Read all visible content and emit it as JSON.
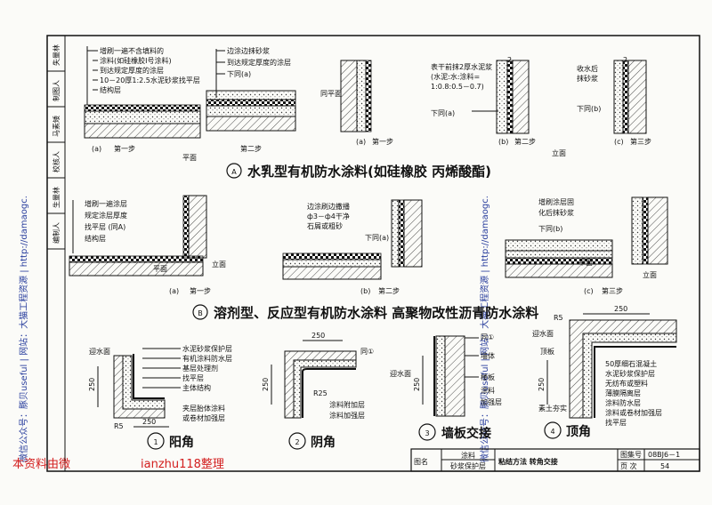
{
  "watermark": {
    "left_vertical": "微信公众号：豚贝useful | 网站：大猫工程资源 | http://damaogc.",
    "right_vertical": "微信公众号：豚贝useful | 网站：大猫工程资源 | http://damaogc.",
    "bottom_left": "本资料由微",
    "bottom_right": "ianzhu118整理"
  },
  "sidebar": {
    "cells": [
      "失量林",
      "制图人",
      "马素矮",
      "校核人",
      "生量林",
      "编制人"
    ]
  },
  "section_a": {
    "title": "水乳型有机防水涂料(如硅橡胶 丙烯酸酯)",
    "letter": "A",
    "left_fig": {
      "labels": [
        "增刷一遍不含填料的",
        "涂料(如硅橡胶Ⅰ号涂料)",
        "到达规定厚度的涂层",
        "10－20厚1:2.5水泥砂浆找平层",
        "结构层"
      ],
      "caption_a": "(a)",
      "caption_step1": "第一步",
      "caption_step2": "第二步",
      "plane": "平面"
    },
    "mid_fig": {
      "labels": [
        "边涂边抹砂浆",
        "到达规定厚度的涂层",
        "下同(a)"
      ]
    },
    "right_fig": {
      "label_top": "表干前抹2厚水泥浆",
      "label_ratio1": "(水泥:水:涂料=",
      "label_ratio2": "1:0.8:0.5－0.7)",
      "same_plane": "同平面",
      "same_a": "下同(a)",
      "receive": "收水后",
      "plaster": "抹砂浆",
      "same_b": "下同(b)",
      "cap_a": "(a)",
      "cap_a_step": "第一步",
      "cap_b": "(b)",
      "cap_b_step": "第二步",
      "cap_c": "(c)",
      "cap_c_step": "第三步",
      "elev": "立面",
      "num2a": "2",
      "num2b": "2"
    }
  },
  "section_b": {
    "title": "溶剂型、反应型有机防水涂料 高聚物改性沥青防水涂料",
    "letter": "B",
    "left_labels": [
      "增刷一遍涂层",
      "规定涂层厚度",
      "找平层 (同A)",
      "结构层"
    ],
    "plane": "平面",
    "elev": "立面",
    "cap_a": "(a)",
    "cap_a_step": "第一步",
    "mid_labels": [
      "边涂刷边撒播",
      "ф3－ф4干净",
      "石屑或粗砂",
      "下同(a)"
    ],
    "cap_b": "(b)",
    "cap_b_step": "第二步",
    "right_labels": [
      "增刷涂层固",
      "化后抹砂浆",
      "下同(b)"
    ],
    "plane2": "平面",
    "elev2": "立面",
    "cap_c": "(c)",
    "cap_c_step": "第三步"
  },
  "detail1": {
    "num": "1",
    "name": "阳角",
    "water_face": "迎水面",
    "labels": [
      "水泥砂浆保护层",
      "有机涂料防水层",
      "基层处理剂",
      "找平层",
      "主体结构",
      "夹层胎体涂料",
      "或卷材加强层"
    ],
    "dim_v": "250",
    "dim_h": "250",
    "r5": "R5"
  },
  "detail2": {
    "num": "2",
    "name": "阴角",
    "dim_h": "250",
    "dim_v": "250",
    "r25": "R25",
    "same1": "同①",
    "labels": [
      "涂料附加层",
      "涂料加强层"
    ]
  },
  "detail3": {
    "num": "3",
    "name": "墙板交接",
    "water_face": "迎水面",
    "same1": "同①",
    "labels": [
      "墙体",
      "楼板",
      "涂料",
      "加强层"
    ],
    "dim": "250"
  },
  "detail4": {
    "num": "4",
    "name": "顶角",
    "water_face": "迎水面",
    "roof": "顶板",
    "plain_soil": "素土夯实",
    "dim_top": "250",
    "dim_v": "250",
    "r5": "R5",
    "labels": [
      "50厚细石混凝土",
      "水泥砂浆保护层",
      "无纺布或塑料",
      "薄膜隔离层",
      "涂料防水层",
      "涂料或卷材加强层",
      "找平层"
    ]
  },
  "title_block": {
    "fig_name_label": "图名",
    "sub1": "涂料",
    "sub2": "砂浆保护层",
    "main_title": "粘结方法 转角交接",
    "set_label": "图集号",
    "set_value": "08BJ6－1",
    "page_label": "页 次",
    "page_value": "54"
  }
}
